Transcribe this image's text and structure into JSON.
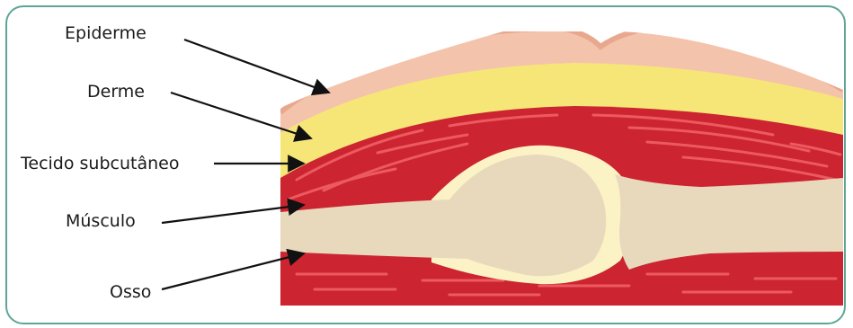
{
  "labels": {
    "epiderme": "Epiderme",
    "derme": "Derme",
    "tecido": "Tecido subcutâneo",
    "musculo": "Músculo",
    "osso": "Osso"
  },
  "colors": {
    "frame": "#5fa596",
    "epidermis": "#f4c3ab",
    "epidermis_edge": "#e8a88e",
    "dermis": "#f6e678",
    "muscle": "#cc2430",
    "muscle_stripe": "#ec5a5f",
    "bone": "#e8d9bd",
    "cartilage": "#fbf2c6",
    "arrow": "#111111"
  }
}
